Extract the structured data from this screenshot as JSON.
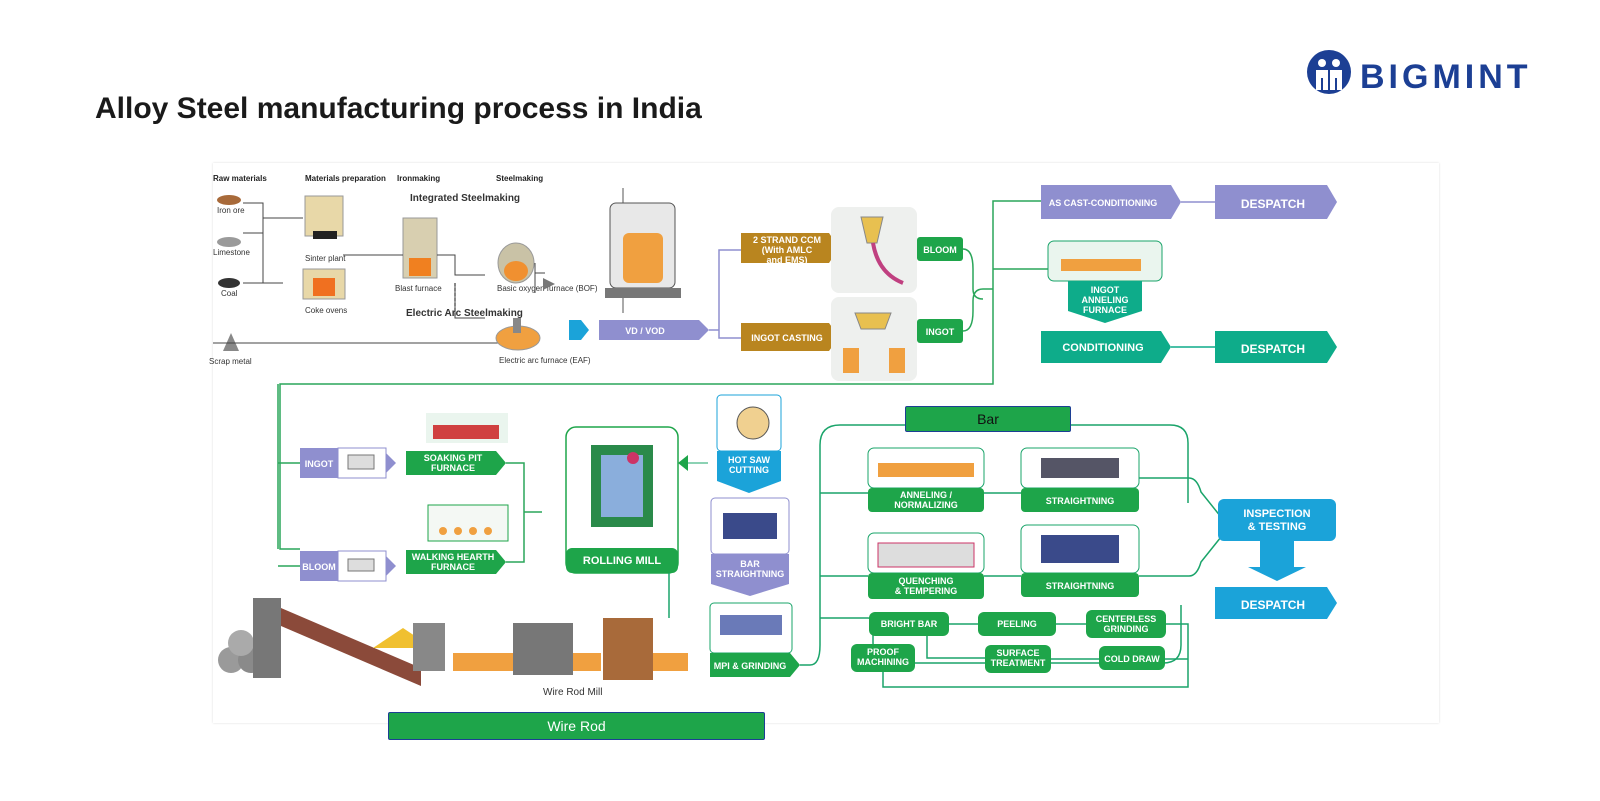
{
  "title": "Alloy Steel manufacturing process in India",
  "logo": {
    "name": "BIGMINT",
    "icon": "person-circle-logo-icon"
  },
  "colors": {
    "purple": "#8f8fcf",
    "gold": "#b9851f",
    "green": "#1aa46a",
    "brightGreen": "#1ea54a",
    "teal": "#0eac8a",
    "blue": "#1ba3d9",
    "line": "#2aa65a",
    "brand": "#1c3f94"
  },
  "upstream": {
    "headers": {
      "raw": "Raw materials",
      "prep": "Materials preparation",
      "iron": "Ironmaking",
      "steel": "Steelmaking"
    },
    "raw_items": [
      "Iron ore",
      "Limestone",
      "Coal"
    ],
    "scrap": "Scrap metal",
    "sinter": "Sinter plant",
    "coke": "Coke ovens",
    "blast": "Blast furnace",
    "bof": "Basic oxygen furnace (BOF)",
    "eaf": "Electric arc furnace (EAF)",
    "integrated": "Integrated Steelmaking",
    "electric": "Electric Arc Steelmaking"
  },
  "steps": {
    "vd": "VD / VOD",
    "ccm": "2 STRAND CCM (With AMLC and EMS)",
    "ingot_casting": "INGOT CASTING",
    "bloom": "BLOOM",
    "ingot": "INGOT",
    "as_cast": "AS CAST-CONDITIONING",
    "despatch": "DESPATCH",
    "ingot_anneal": "INGOT ANNELING FURNACE",
    "conditioning": "CONDITIONING",
    "ingot2": "INGOT",
    "bloom2": "BLOOM",
    "soaking": "SOAKING PIT FURNACE",
    "walking": "WALKING HEARTH FURNACE",
    "rolling": "ROLLING MILL",
    "hot_saw": "HOT SAW CUTTING",
    "bar_straight": "BAR STRAIGHTNING",
    "mpi": "MPI & GRINDING",
    "anneal_norm": "ANNELING / NORMALIZING",
    "straightning": "STRAIGHTNING",
    "quench": "QUENCHING & TEMPERING",
    "bright_bar": "BRIGHT BAR",
    "peeling": "PEELING",
    "centerless": "CENTERLESS GRINDING",
    "proof": "PROOF MACHINING",
    "surface": "SURFACE TREATMENT",
    "cold_draw": "COLD DRAW",
    "inspection": "INSPECTION & TESTING",
    "wire_rod_mill": "Wire Rod Mill"
  },
  "labels": {
    "bar": "Bar",
    "wire_rod": "Wire Rod"
  }
}
